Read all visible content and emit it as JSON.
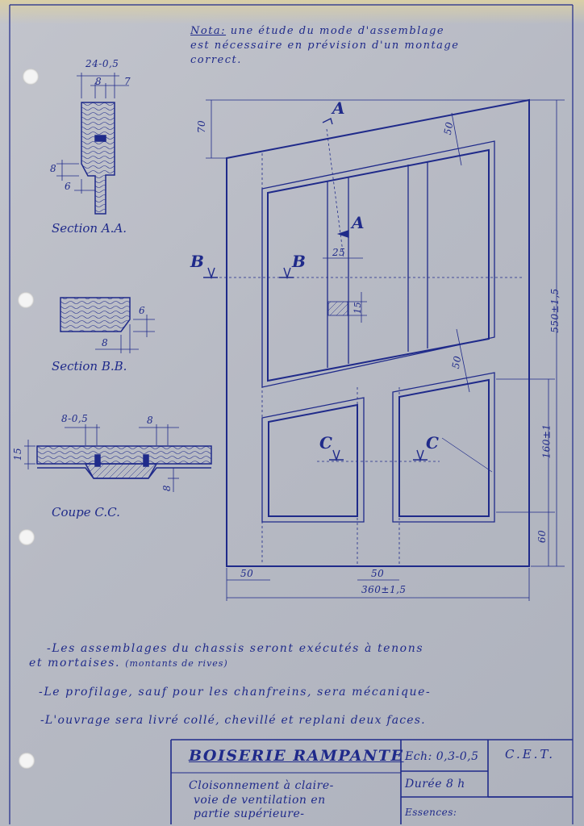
{
  "note": {
    "prefix": "Nota:",
    "line1": "une étude du mode d'assemblage",
    "line2": "est nécessaire en prévision d'un montage",
    "line3": "correct."
  },
  "sections": {
    "aa": "Section A.A.",
    "bb": "Section B.B.",
    "cc": "Coupe C.C."
  },
  "dimensions": {
    "aa_width": "24-0,5",
    "aa_8": "8",
    "aa_7": "7",
    "aa_side8": "8",
    "aa_side6": "6",
    "bb_6": "6",
    "bb_8": "8",
    "cc_top_left": "8-0,5",
    "cc_top_right": "8",
    "cc_15": "15",
    "cc_8": "8",
    "d70": "70",
    "d50_top": "50",
    "d25": "25",
    "d15": "15",
    "d50_mid": "50",
    "d550": "550±1,5",
    "d160": "160±1",
    "d60": "60",
    "d50_left": "50",
    "d50_center": "50",
    "d360": "360±1,5"
  },
  "markers": {
    "a_top": "A",
    "a_mid": "A",
    "b_left": "B",
    "b_right": "B",
    "c_left": "C",
    "c_right": "C"
  },
  "remarks": {
    "line1": "-Les assemblages du chassis seront exécutés à tenons",
    "line2a": "et mortaises.",
    "line2b": "(montants de rives)",
    "line3": "-Le profilage, sauf pour les chanfreins, sera mécanique-",
    "line4": "-L'ouvrage sera livré collé, chevillé et replani deux faces."
  },
  "title_block": {
    "title": "BOISERIE RAMPANTE",
    "desc1": "Cloisonnement à claire-",
    "desc2": "voie de ventilation en",
    "desc3": "partie supérieure-",
    "scale": "Ech: 0,3-0,5",
    "duration": "Durée 8 h",
    "essences": "Essences:",
    "org": "C.E.T."
  },
  "colors": {
    "ink": "#1f2a8a",
    "paper": "#b9bcc6",
    "hole": "#f4f4f4"
  }
}
